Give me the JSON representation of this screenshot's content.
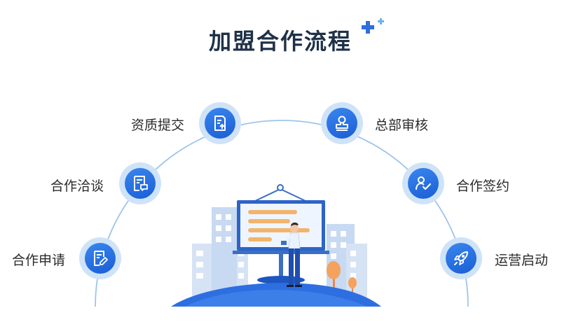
{
  "title": "加盟合作流程",
  "steps": [
    {
      "label": "资质提交",
      "icon": "document-upload-icon"
    },
    {
      "label": "合作洽谈",
      "icon": "chat-document-icon"
    },
    {
      "label": "合作申请",
      "icon": "form-edit-icon"
    },
    {
      "label": "总部审核",
      "icon": "stamp-icon"
    },
    {
      "label": "合作签约",
      "icon": "handshake-check-icon"
    },
    {
      "label": "运营启动",
      "icon": "rocket-icon"
    }
  ],
  "colors": {
    "accent": "#1a5ed6",
    "accent_light": "#cfe3f8",
    "title": "#1f3147",
    "arc": "#9ec5ea"
  }
}
